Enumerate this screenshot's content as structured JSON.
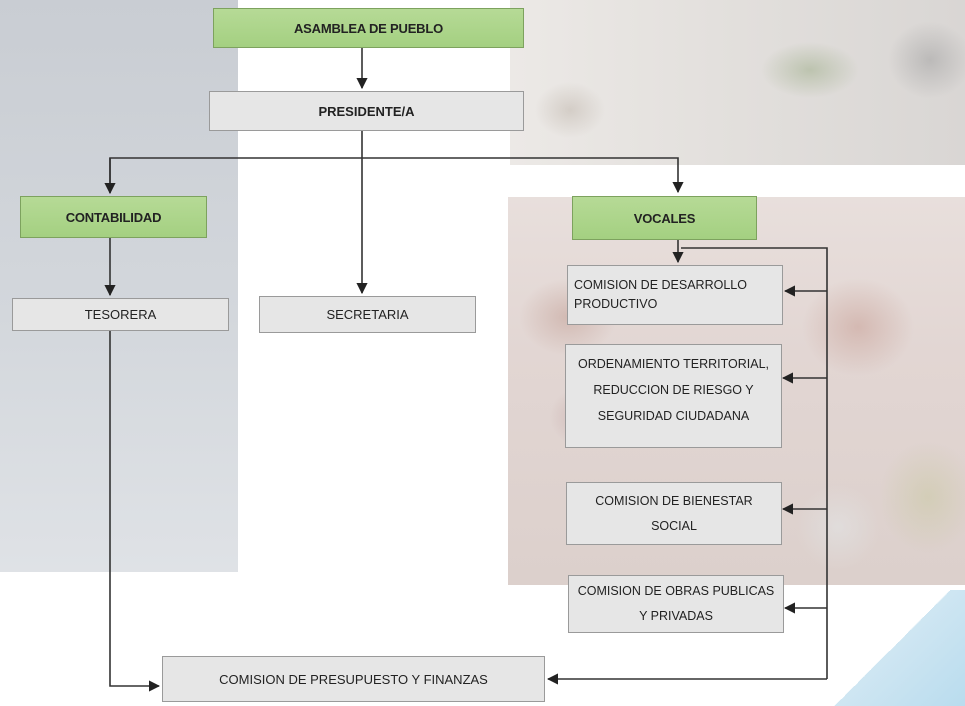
{
  "org_chart": {
    "asamblea": "ASAMBLEA DE PUEBLO",
    "presidente": "PRESIDENTE/A",
    "contabilidad": "CONTABILIDAD",
    "vocales": "VOCALES",
    "tesorera": "TESORERA",
    "secretaria": "SECRETARIA",
    "comision_desarrollo": "COMISION DE DESARROLLO PRODUCTIVO",
    "ordenamiento": "ORDENAMIENTO TERRITORIAL, REDUCCION DE RIESGO Y SEGURIDAD CIUDADANA",
    "comision_bienestar": "COMISION DE BIENESTAR SOCIAL",
    "comision_obras": "COMISION DE OBRAS PUBLICAS Y PRIVADAS",
    "comision_presupuesto": "COMISION DE PRESUPUESTO Y FINANZAS"
  },
  "colors": {
    "green_box": "#a4d081",
    "gray_box": "#e6e6e6",
    "connector": "#222222"
  }
}
